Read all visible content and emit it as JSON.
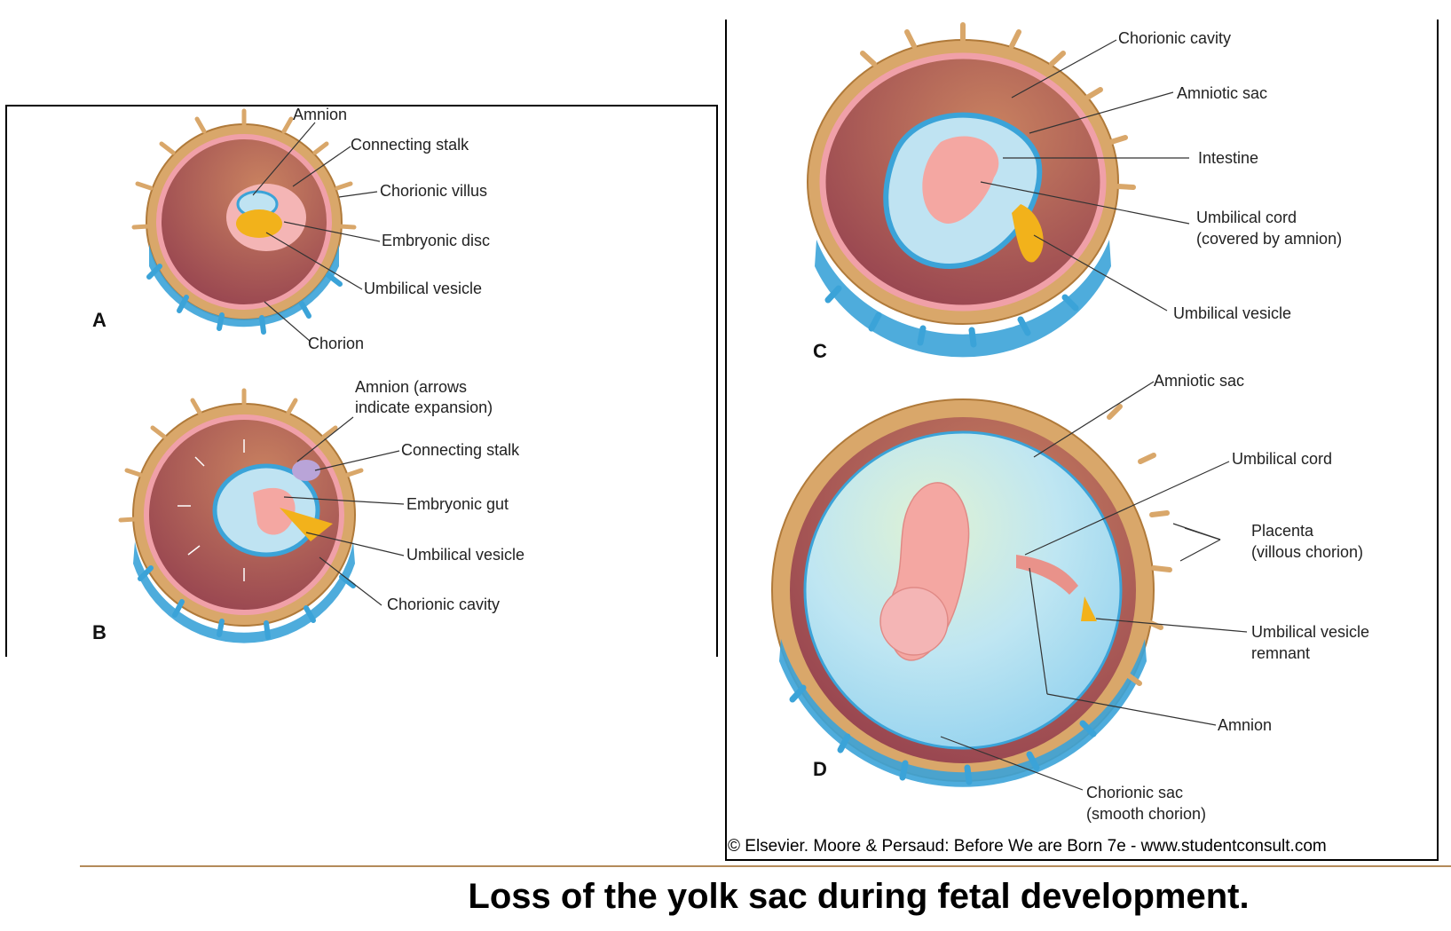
{
  "panels": {
    "A": {
      "letter": "A",
      "labels": [
        "Amnion",
        "Connecting stalk",
        "Chorionic villus",
        "Embryonic disc",
        "Umbilical vesicle",
        "Chorion"
      ]
    },
    "B": {
      "letter": "B",
      "labels": [
        "Amnion (arrows",
        "indicate expansion)",
        "Connecting stalk",
        "Embryonic gut",
        "Umbilical vesicle",
        "Chorionic cavity"
      ]
    },
    "C": {
      "letter": "C",
      "labels": [
        "Chorionic cavity",
        "Amniotic sac",
        "Intestine",
        "Umbilical cord",
        "(covered by amnion)",
        "Umbilical vesicle"
      ]
    },
    "D": {
      "letter": "D",
      "labels": [
        "Amniotic sac",
        "Umbilical cord",
        "Placenta",
        "(villous chorion)",
        "Umbilical vesicle",
        "remnant",
        "Amnion",
        "Chorionic sac",
        "(smooth chorion)"
      ]
    }
  },
  "copyright": "© Elsevier. Moore & Persaud: Before We are Born 7e - www.studentconsult.com",
  "caption": "Loss of the yolk sac during fetal development.",
  "colors": {
    "chorion": "#d9a76a",
    "cavity": "#9c4a58",
    "amnion_pink": "#f0a0a8",
    "amniotic_fluid": "#bfe3f2",
    "blue_chorion": "#3ba3d8",
    "yolk": "#f2b21b",
    "embryo": "#f4a7a2"
  }
}
